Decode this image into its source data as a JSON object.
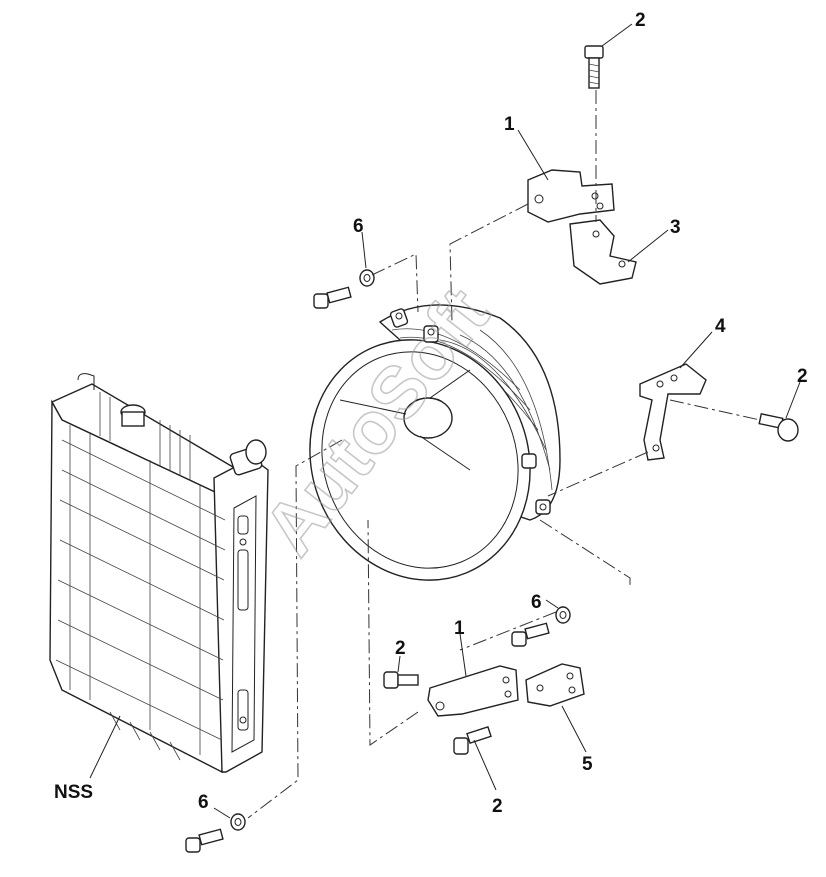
{
  "watermark": "AutoSoft",
  "callouts": {
    "bolt_top": "2",
    "bracket_top": "1",
    "bracket_top_small": "3",
    "washer_fan": "6",
    "bracket_right": "4",
    "bolt_right": "2",
    "washer_mid": "6",
    "bracket_bottom": "1",
    "bolt_bottom_left": "2",
    "plate_bottom": "5",
    "bolt_bottom": "2",
    "radiator": "NSS",
    "washer_bottom": "6"
  }
}
